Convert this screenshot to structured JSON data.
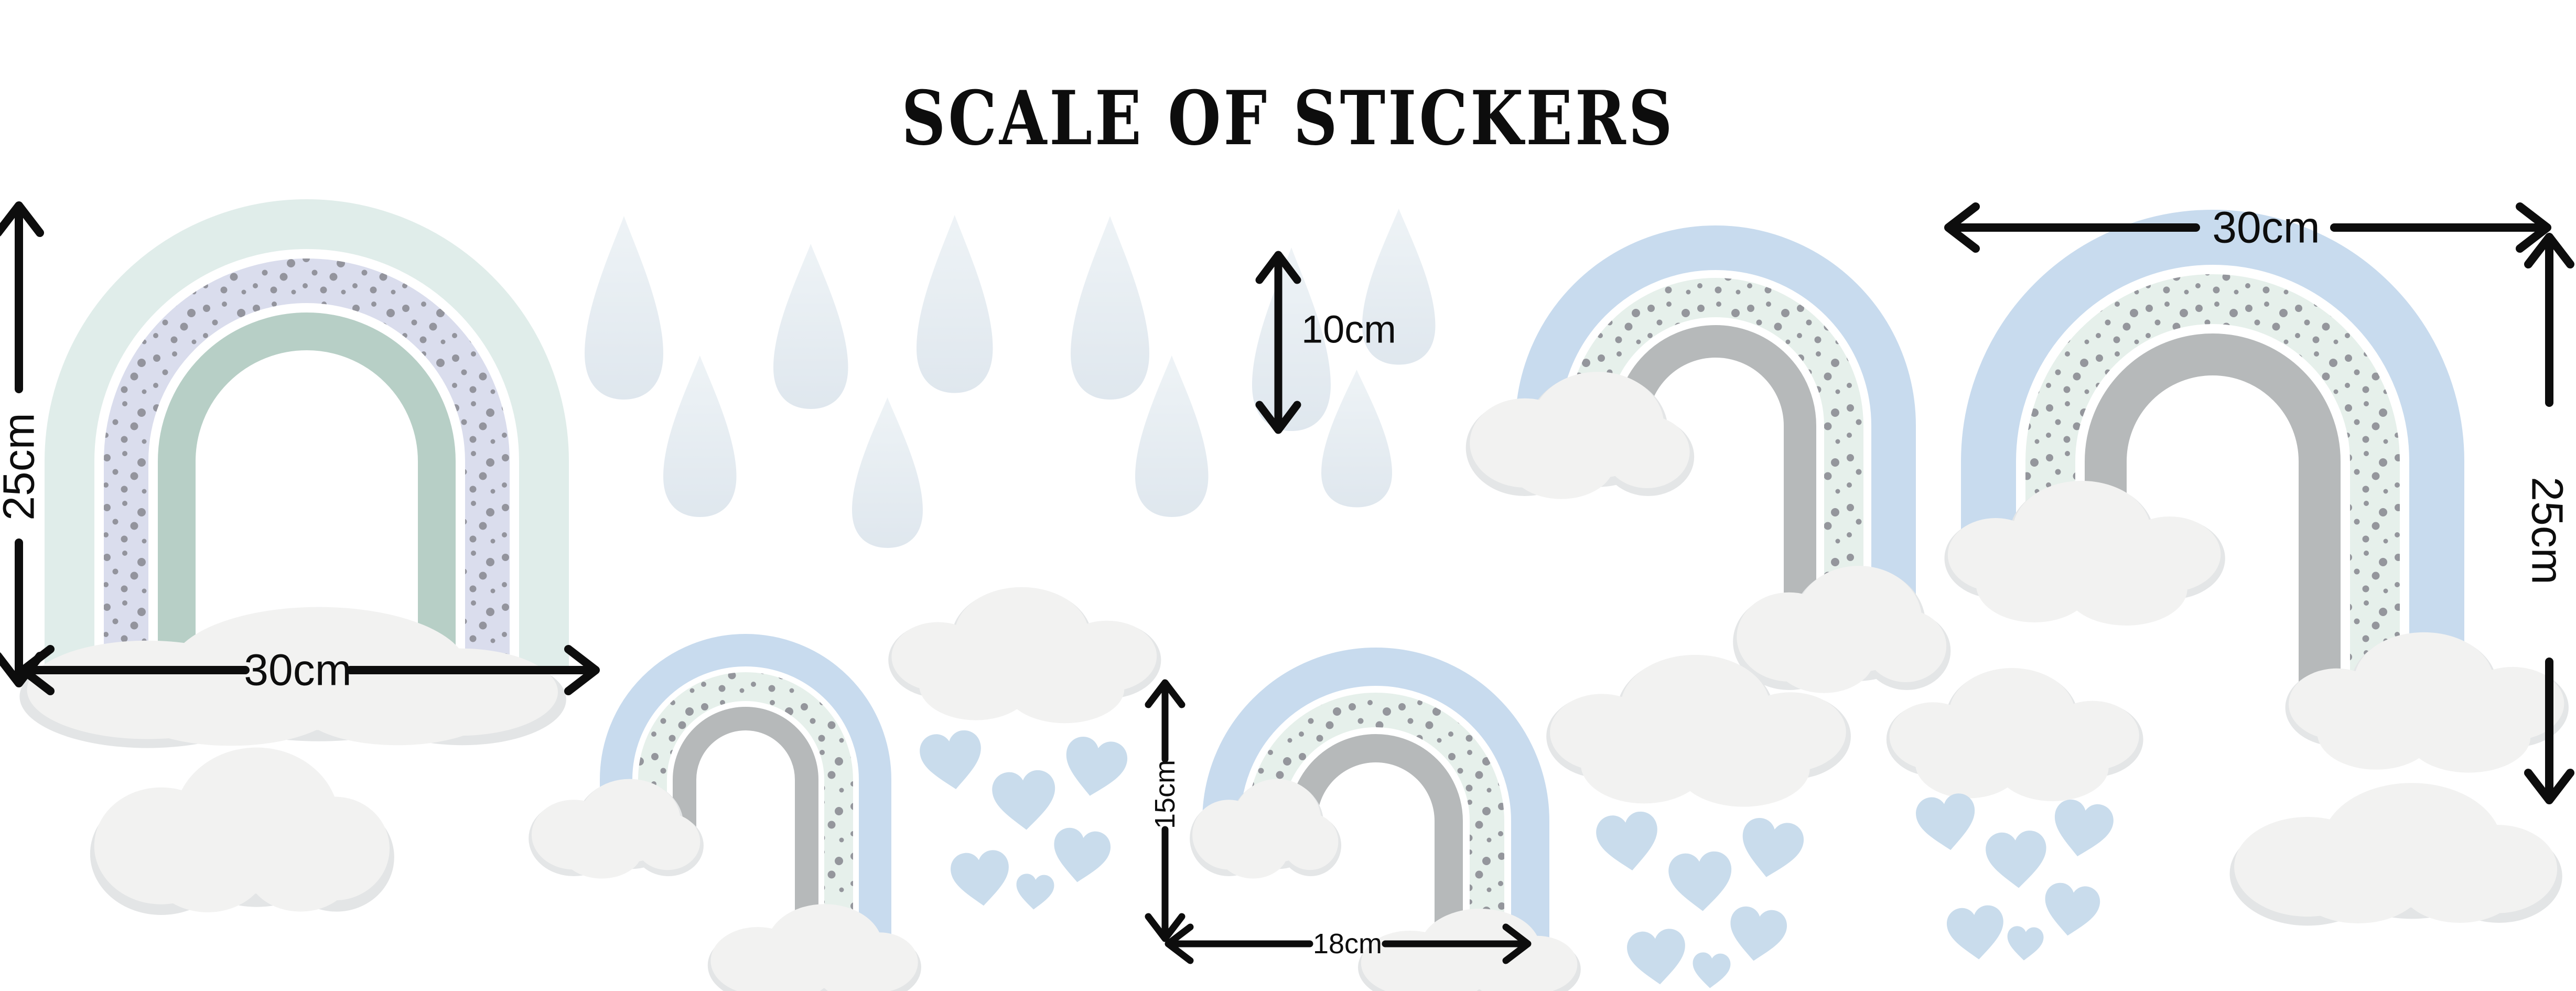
{
  "title": "SCALE OF STICKERS",
  "measurements": {
    "large_rainbow_left_height": "25cm",
    "large_rainbow_left_width": "30cm",
    "raindrop_height": "10cm",
    "large_rainbow_right_width": "30cm",
    "large_rainbow_right_height": "25cm",
    "small_rainbow_height": "15cm",
    "small_rainbow_width": "18cm"
  },
  "stickers": {
    "large_mint_lavender_rainbow_count": 1,
    "large_blue_rainbow_count": 2,
    "small_blue_rainbow_count": 2,
    "raindrop_count": 10,
    "plain_cloud_count": 11,
    "heart_rain_cloud_count": 3,
    "hearts_per_cloud": 6
  },
  "colors": {
    "background": "#ffffff",
    "text": "#0d0d0d",
    "arrow": "#0d0d0d",
    "rainbow_left_outer": "#e0edea",
    "rainbow_left_speckle_band": "#dadded",
    "rainbow_left_inner": "#b7cfc6",
    "rainbow_blue_outer": "#c8dbee",
    "rainbow_blue_speckle_band": "#e6f0eb",
    "rainbow_blue_inner": "#b6b9ba",
    "speckle_dots": "#8d8e96",
    "cloud": "#f2f2f1",
    "cloud_shadow": "#e4e6e7",
    "raindrop": "#e3eaf0",
    "heart": "#c9dcec"
  }
}
